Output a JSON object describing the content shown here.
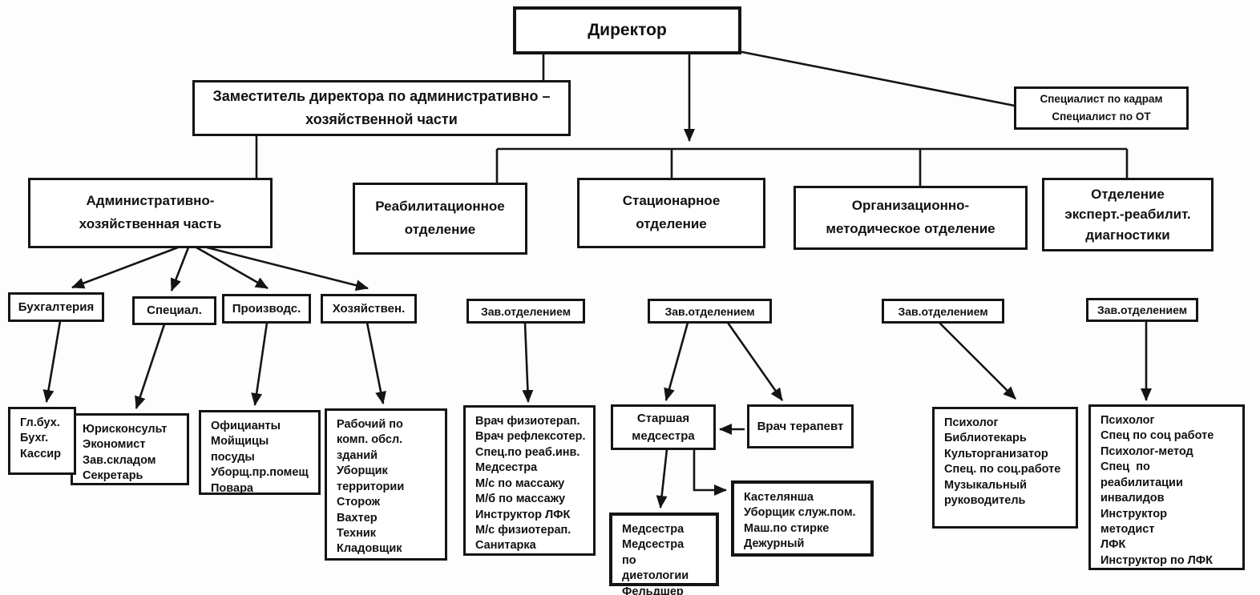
{
  "diagram_type": "org-chart",
  "colors": {
    "background": "#ffffff",
    "line": "#141414",
    "text": "#111111"
  },
  "nodes": {
    "director": {
      "lines": [
        "Директор"
      ]
    },
    "deputy": {
      "lines": [
        "Заместитель директора по административно –",
        "хозяйственной части"
      ]
    },
    "hr": {
      "lines": [
        "Специалист по кадрам",
        "Специалист по ОТ"
      ]
    },
    "adm": {
      "lines": [
        "Административно-",
        "хозяйственная часть"
      ]
    },
    "rehab": {
      "lines": [
        "Реабилитационное",
        "отделение"
      ]
    },
    "inpatient": {
      "lines": [
        "Стационарное",
        "отделение"
      ]
    },
    "org": {
      "lines": [
        "Организационно-",
        "методическое отделение"
      ]
    },
    "expert": {
      "lines": [
        "Отделение",
        "эксперт.-реабилит.",
        "диагностики"
      ]
    },
    "accounting": {
      "lines": [
        "Бухгалтерия"
      ]
    },
    "special": {
      "lines": [
        "Специал."
      ]
    },
    "production": {
      "lines": [
        "Производс."
      ]
    },
    "household": {
      "lines": [
        "Хозяйствен."
      ]
    },
    "head_rehab": {
      "lines": [
        "Зав.отделением"
      ]
    },
    "head_inpatient": {
      "lines": [
        "Зав.отделением"
      ]
    },
    "head_org": {
      "lines": [
        "Зав.отделением"
      ]
    },
    "head_expert": {
      "lines": [
        "Зав.отделением"
      ]
    },
    "accounting_staff": {
      "lines": [
        "Гл.бух.",
        "Бухг.",
        "Кассир"
      ]
    },
    "special_staff": {
      "lines": [
        "Юрисконсульт",
        "Экономист",
        "Зав.складом",
        "Секретарь"
      ]
    },
    "production_staff": {
      "lines": [
        "Официанты",
        "Мойщицы",
        "посуды",
        "Уборщ.пр.помещ",
        "Повара"
      ]
    },
    "household_staff": {
      "lines": [
        "Рабочий по",
        "комп. обсл.",
        "зданий",
        "Уборщик",
        "территории",
        "Сторож",
        "Вахтер",
        "Техник",
        "Кладовщик"
      ]
    },
    "rehab_staff": {
      "lines": [
        "Врач физиотерап.",
        "Врач рефлексотер.",
        "Спец.по реаб.инв.",
        "Медсестра",
        "М/с по массажу",
        "М/б по массажу",
        "Инструктор ЛФК",
        "М/с физиотерап.",
        "Санитарка"
      ]
    },
    "head_nurse": {
      "lines": [
        "Старшая",
        "медсестра"
      ]
    },
    "therapist": {
      "lines": [
        "Врач терапевт"
      ]
    },
    "housekeeping_staff": {
      "lines": [
        "Кастелянша",
        "Уборщик служ.пом.",
        "Маш.по стирке",
        "Дежурный"
      ]
    },
    "nurse_staff": {
      "lines": [
        "Медсестра",
        "Медсестра    по",
        "диетологии",
        "Фельдшер"
      ]
    },
    "org_staff": {
      "lines": [
        "Психолог",
        "Библиотекарь",
        "Культорганизатор",
        "Спец. по соц.работе",
        "Музыкальный",
        "руководитель"
      ]
    },
    "expert_staff": {
      "lines": [
        "Психолог",
        "Спец по соц работе",
        "Психолог-метод",
        "Спец  по  реабилитации",
        "инвалидов",
        "Инструктор      методист",
        "ЛФК",
        "Инструктор по ЛФК"
      ]
    }
  }
}
